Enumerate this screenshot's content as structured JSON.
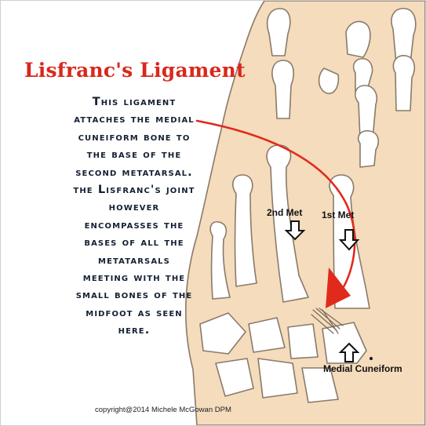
{
  "title": "Lisfranc's Ligament",
  "description_lines": [
    "This ligament",
    "attaches the medial",
    "cuneiform bone to",
    "the base of the",
    "second metatarsal.",
    "the Lisfranc's joint",
    "however",
    "encompasses the",
    "bases of all the",
    "metatarsals",
    "meeting with the",
    "small bones of the",
    "midfoot as seen",
    "here."
  ],
  "labels": {
    "second_met": "2nd Met",
    "first_met": "1st Met",
    "medial_cuneiform": "Medial Cuneiform"
  },
  "copyright": "copyright@2014 Michele McGowan DPM",
  "colors": {
    "skin": "#f4dcbc",
    "bone": "#ffffff",
    "outline": "#8a7a6a",
    "title_red": "#d9281c",
    "arrow_red": "#e02a1c",
    "text_navy": "#142032"
  }
}
